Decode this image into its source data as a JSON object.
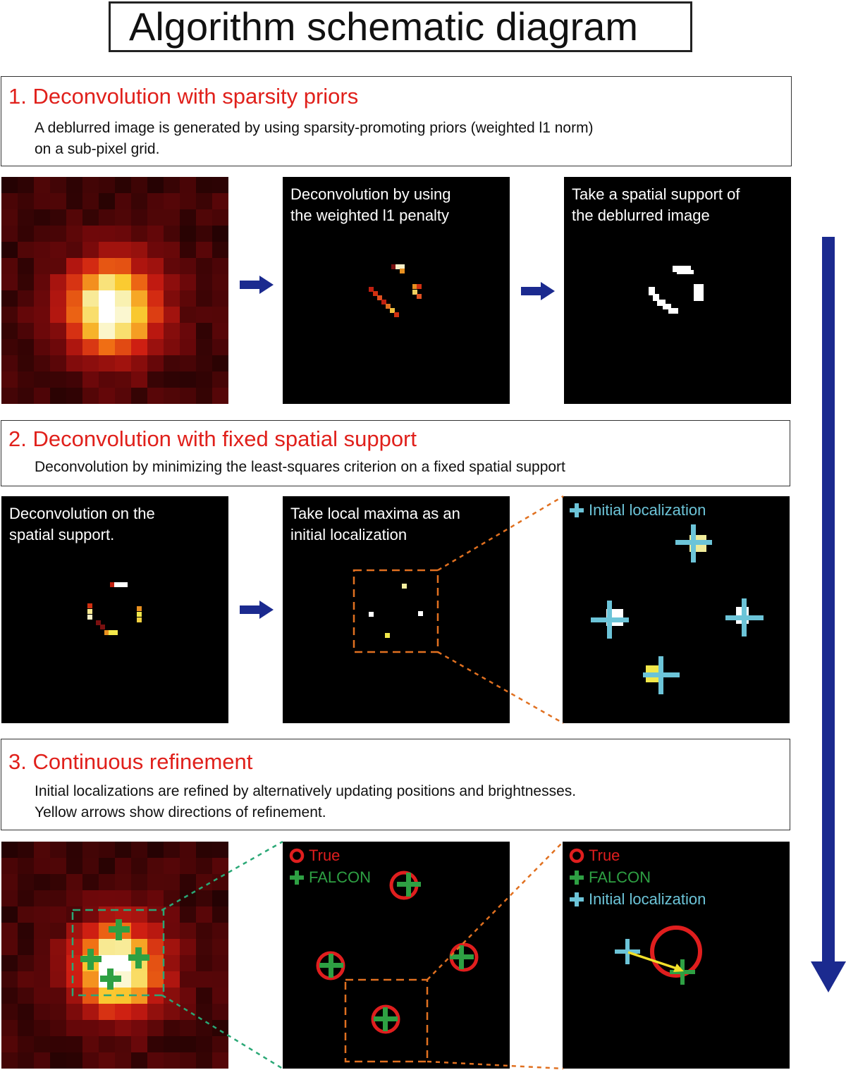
{
  "title": "Algorithm schematic diagram",
  "sections": [
    {
      "heading": "1. Deconvolution with sparsity priors",
      "description": "A deblurred image is generated by using sparsity-promoting priors (weighted l1 norm)\non a sub-pixel grid."
    },
    {
      "heading": "2. Deconvolution with fixed spatial support",
      "description": "Deconvolution by minimizing the least-squares criterion on a fixed spatial support"
    },
    {
      "heading": "3. Continuous refinement",
      "description": "Initial localizations are refined by alternatively updating positions and brightnesses.\nYellow arrows show directions of refinement."
    }
  ],
  "panels": {
    "deconv_weighted": "Deconvolution by using\nthe weighted l1 penalty",
    "spatial_support": "Take a spatial support of\nthe deblurred image",
    "deconv_support": "Deconvolution on the\nspatial support.",
    "local_maxima": "Take local maxima as an\ninitial localization"
  },
  "legend": {
    "true": "True",
    "falcon": "FALCON",
    "initial": "Initial localization"
  },
  "colors": {
    "heading_red": "#e0201b",
    "step_arrow": "#1b2a8f",
    "initial_cyan": "#6cc4d8",
    "falcon_green": "#2ea043",
    "true_red": "#e01e1e",
    "zoom_orange": "#e07020",
    "zoom_teal": "#2aa876",
    "refine_arrow": "#f2e02a"
  },
  "icons": {
    "step_arrow": "arrow-right-icon",
    "flow_arrow": "arrow-down-icon",
    "initial_marker": "plus-icon",
    "falcon_marker": "plus-icon",
    "true_marker": "circle-icon"
  }
}
